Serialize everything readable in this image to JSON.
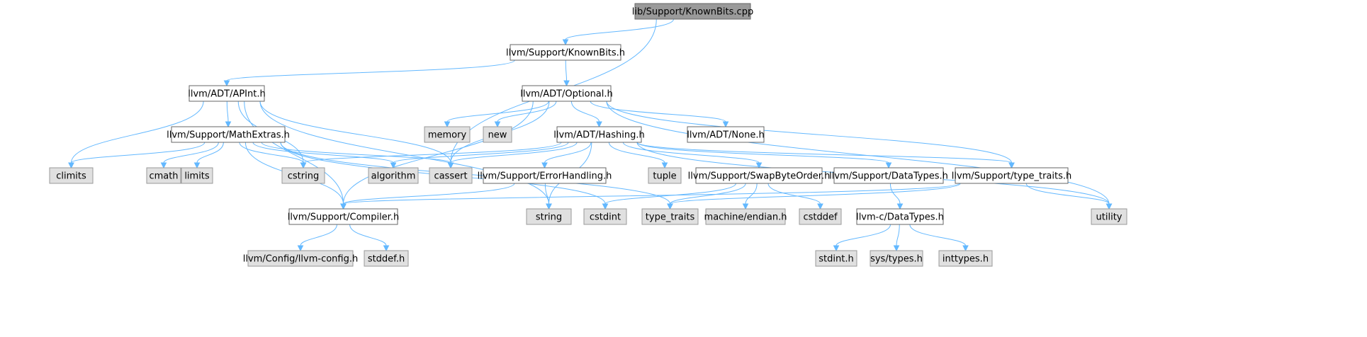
{
  "graph": {
    "nodes": [
      {
        "id": "kb_cpp",
        "label": "lib/Support/KnownBits.cpp",
        "style": "root"
      },
      {
        "id": "kb_h",
        "label": "llvm/Support/KnownBits.h",
        "style": "normal"
      },
      {
        "id": "apint",
        "label": "llvm/ADT/APInt.h",
        "style": "normal"
      },
      {
        "id": "optional",
        "label": "llvm/ADT/Optional.h",
        "style": "normal"
      },
      {
        "id": "mathextras",
        "label": "llvm/Support/MathExtras.h",
        "style": "normal"
      },
      {
        "id": "memory",
        "label": "memory",
        "style": "system"
      },
      {
        "id": "new",
        "label": "new",
        "style": "system"
      },
      {
        "id": "hashing",
        "label": "llvm/ADT/Hashing.h",
        "style": "normal"
      },
      {
        "id": "none",
        "label": "llvm/ADT/None.h",
        "style": "normal"
      },
      {
        "id": "climits",
        "label": "climits",
        "style": "system"
      },
      {
        "id": "cmath",
        "label": "cmath",
        "style": "system"
      },
      {
        "id": "limits",
        "label": "limits",
        "style": "system"
      },
      {
        "id": "cstring",
        "label": "cstring",
        "style": "system"
      },
      {
        "id": "algorithm",
        "label": "algorithm",
        "style": "system"
      },
      {
        "id": "cassert",
        "label": "cassert",
        "style": "system"
      },
      {
        "id": "errorhandling",
        "label": "llvm/Support/ErrorHandling.h",
        "style": "normal"
      },
      {
        "id": "tuple",
        "label": "tuple",
        "style": "system"
      },
      {
        "id": "swapbyteorder",
        "label": "llvm/Support/SwapByteOrder.h",
        "style": "normal"
      },
      {
        "id": "datatypes",
        "label": "llvm/Support/DataTypes.h",
        "style": "normal"
      },
      {
        "id": "typetraits_h",
        "label": "llvm/Support/type_traits.h",
        "style": "normal"
      },
      {
        "id": "utility",
        "label": "utility",
        "style": "system"
      },
      {
        "id": "compiler",
        "label": "llvm/Support/Compiler.h",
        "style": "normal"
      },
      {
        "id": "string",
        "label": "string",
        "style": "system"
      },
      {
        "id": "cstdint",
        "label": "cstdint",
        "style": "system"
      },
      {
        "id": "type_traits",
        "label": "type_traits",
        "style": "system"
      },
      {
        "id": "endian",
        "label": "machine/endian.h",
        "style": "system"
      },
      {
        "id": "cstddef",
        "label": "cstddef",
        "style": "system"
      },
      {
        "id": "c_datatypes",
        "label": "llvm-c/DataTypes.h",
        "style": "normal"
      },
      {
        "id": "llvmconfig",
        "label": "llvm/Config/llvm-config.h",
        "style": "system"
      },
      {
        "id": "stddef",
        "label": "stddef.h",
        "style": "system"
      },
      {
        "id": "stdint",
        "label": "stdint.h",
        "style": "system"
      },
      {
        "id": "systypes",
        "label": "sys/types.h",
        "style": "system"
      },
      {
        "id": "inttypes",
        "label": "inttypes.h",
        "style": "system"
      }
    ],
    "edges": [
      [
        "kb_cpp",
        "kb_h"
      ],
      [
        "kb_cpp",
        "cassert"
      ],
      [
        "kb_h",
        "apint"
      ],
      [
        "kb_h",
        "optional"
      ],
      [
        "apint",
        "mathextras"
      ],
      [
        "apint",
        "climits"
      ],
      [
        "apint",
        "cstring"
      ],
      [
        "apint",
        "cassert"
      ],
      [
        "apint",
        "compiler"
      ],
      [
        "apint",
        "string"
      ],
      [
        "mathextras",
        "climits"
      ],
      [
        "mathextras",
        "cmath"
      ],
      [
        "mathextras",
        "limits"
      ],
      [
        "mathextras",
        "cstring"
      ],
      [
        "mathextras",
        "algorithm"
      ],
      [
        "mathextras",
        "cassert"
      ],
      [
        "mathextras",
        "compiler"
      ],
      [
        "mathextras",
        "cstdint"
      ],
      [
        "mathextras",
        "type_traits"
      ],
      [
        "optional",
        "memory"
      ],
      [
        "optional",
        "new"
      ],
      [
        "optional",
        "hashing"
      ],
      [
        "optional",
        "none"
      ],
      [
        "optional",
        "cassert"
      ],
      [
        "optional",
        "compiler"
      ],
      [
        "optional",
        "typetraits_h"
      ],
      [
        "optional",
        "utility"
      ],
      [
        "hashing",
        "cstring"
      ],
      [
        "hashing",
        "algorithm"
      ],
      [
        "hashing",
        "cassert"
      ],
      [
        "hashing",
        "errorhandling"
      ],
      [
        "hashing",
        "string"
      ],
      [
        "hashing",
        "tuple"
      ],
      [
        "hashing",
        "swapbyteorder"
      ],
      [
        "hashing",
        "datatypes"
      ],
      [
        "hashing",
        "typetraits_h"
      ],
      [
        "hashing",
        "utility"
      ],
      [
        "errorhandling",
        "compiler"
      ],
      [
        "errorhandling",
        "string"
      ],
      [
        "swapbyteorder",
        "cstdint"
      ],
      [
        "swapbyteorder",
        "type_traits"
      ],
      [
        "swapbyteorder",
        "endian"
      ],
      [
        "swapbyteorder",
        "cstddef"
      ],
      [
        "datatypes",
        "c_datatypes"
      ],
      [
        "typetraits_h",
        "compiler"
      ],
      [
        "typetraits_h",
        "type_traits"
      ],
      [
        "typetraits_h",
        "utility"
      ],
      [
        "compiler",
        "llvmconfig"
      ],
      [
        "compiler",
        "stddef"
      ],
      [
        "c_datatypes",
        "stdint"
      ],
      [
        "c_datatypes",
        "systypes"
      ],
      [
        "c_datatypes",
        "inttypes"
      ]
    ]
  },
  "colors": {
    "root_fill": "#9a9a9a",
    "root_stroke": "#666666",
    "normal_fill": "#ffffff",
    "normal_stroke": "#666666",
    "system_fill": "#e0e0e0",
    "system_stroke": "#999999",
    "edge": "#63b8ff"
  }
}
